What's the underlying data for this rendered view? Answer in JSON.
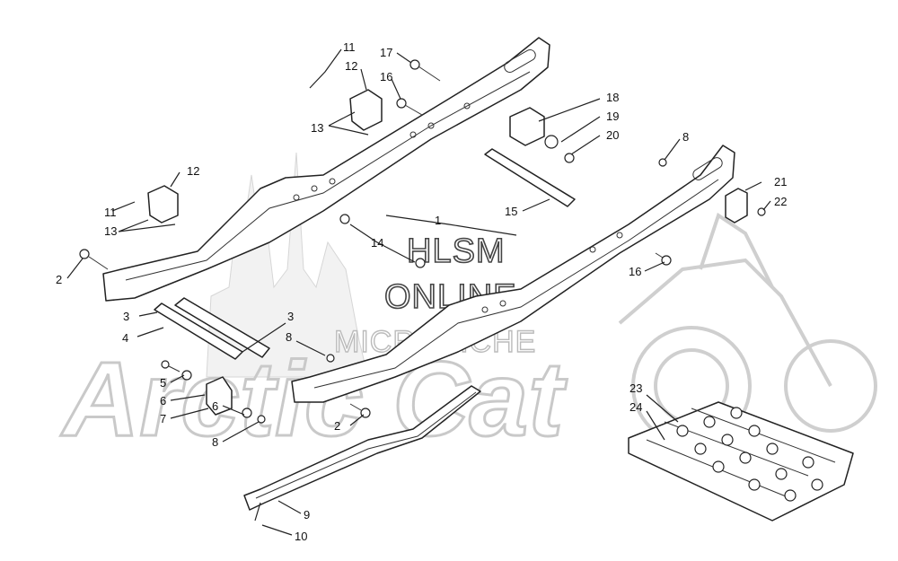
{
  "watermark": {
    "line1": "HLSM",
    "line2": "ONLINE",
    "line3": "MICROFICHE",
    "brand": "Arctic Cat"
  },
  "callouts": [
    {
      "id": "c11a",
      "label": "11"
    },
    {
      "id": "c12a",
      "label": "12"
    },
    {
      "id": "c13a",
      "label": "13"
    },
    {
      "id": "c17",
      "label": "17"
    },
    {
      "id": "c16a",
      "label": "16"
    },
    {
      "id": "c18",
      "label": "18"
    },
    {
      "id": "c19",
      "label": "19"
    },
    {
      "id": "c20",
      "label": "20"
    },
    {
      "id": "c8a",
      "label": "8"
    },
    {
      "id": "c12b",
      "label": "12"
    },
    {
      "id": "c11b",
      "label": "11"
    },
    {
      "id": "c13b",
      "label": "13"
    },
    {
      "id": "c21",
      "label": "21"
    },
    {
      "id": "c22",
      "label": "22"
    },
    {
      "id": "c15",
      "label": "15"
    },
    {
      "id": "c1",
      "label": "1"
    },
    {
      "id": "c14",
      "label": "14"
    },
    {
      "id": "c16b",
      "label": "16"
    },
    {
      "id": "c2a",
      "label": "2"
    },
    {
      "id": "c3a",
      "label": "3"
    },
    {
      "id": "c4",
      "label": "4"
    },
    {
      "id": "c3b",
      "label": "3"
    },
    {
      "id": "c8b",
      "label": "8"
    },
    {
      "id": "c5",
      "label": "5"
    },
    {
      "id": "c6a",
      "label": "6"
    },
    {
      "id": "c7",
      "label": "7"
    },
    {
      "id": "c6b",
      "label": "6"
    },
    {
      "id": "c8c",
      "label": "8"
    },
    {
      "id": "c2b",
      "label": "2"
    },
    {
      "id": "c23",
      "label": "23"
    },
    {
      "id": "c24",
      "label": "24"
    },
    {
      "id": "c9",
      "label": "9"
    },
    {
      "id": "c10",
      "label": "10"
    }
  ]
}
